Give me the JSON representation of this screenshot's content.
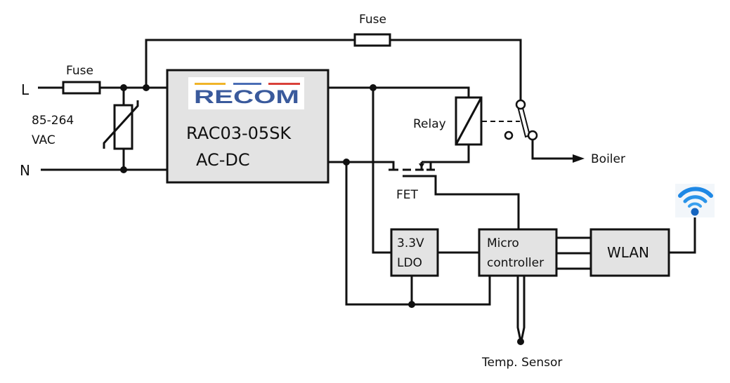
{
  "diagram": {
    "line_label": "L",
    "neutral_label": "N",
    "input_voltage": [
      "85-264",
      "VAC"
    ],
    "fuse_input_label": "Fuse",
    "fuse_bypass_label": "Fuse",
    "converter": {
      "brand": "RECOM",
      "model": "RAC03-05SK",
      "type": "AC-DC",
      "brand_colors": {
        "text": "#3a5a9c",
        "bar_left": "#f0b429",
        "bar_mid": "#4a6db5",
        "bar_right": "#d9413a"
      }
    },
    "relay_label": "Relay",
    "fet_label": "FET",
    "output_label": "Boiler",
    "ldo_label": [
      "3.3V",
      "LDO"
    ],
    "mcu_label": [
      "Micro",
      "controller"
    ],
    "wlan_label": "WLAN",
    "sensor_label": "Temp. Sensor",
    "icons": {
      "wireless": "wifi-icon",
      "varistor": "varistor-icon"
    },
    "wifi_color": "#1e88e5"
  }
}
